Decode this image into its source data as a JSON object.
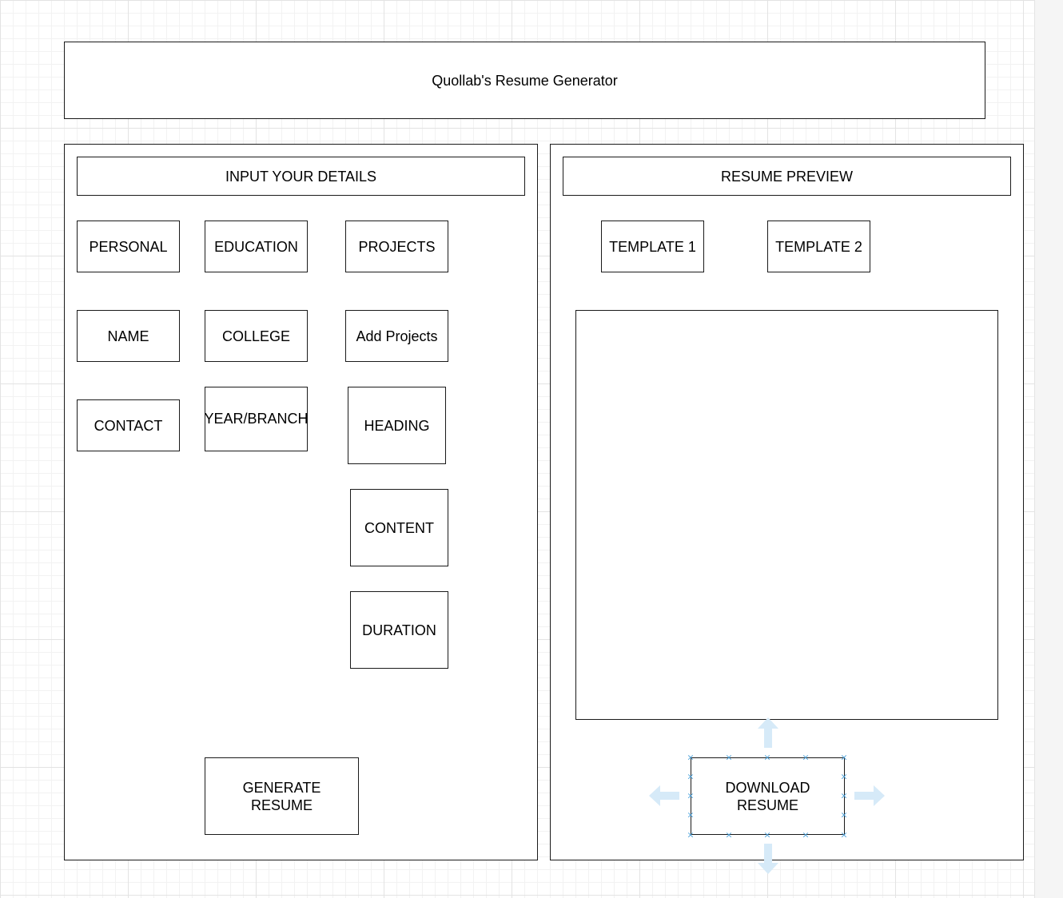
{
  "header": {
    "title": "Quollab's Resume Generator"
  },
  "input_panel": {
    "heading": "INPUT YOUR DETAILS",
    "tabs": {
      "personal": "PERSONAL",
      "education": "EDUCATION",
      "projects": "PROJECTS"
    },
    "personal_fields": {
      "name": "NAME",
      "contact": "CONTACT"
    },
    "education_fields": {
      "college": "COLLEGE",
      "year_branch": "YEAR/BRANCH"
    },
    "project_fields": {
      "add_projects": "Add Projects",
      "heading": "HEADING",
      "content": "CONTENT",
      "duration": "DURATION"
    },
    "generate_button": "GENERATE\nRESUME"
  },
  "preview_panel": {
    "heading": "RESUME PREVIEW",
    "templates": {
      "template_1": "TEMPLATE 1",
      "template_2": "TEMPLATE 2"
    },
    "download_button": "DOWNLOAD\nRESUME"
  },
  "colors": {
    "stroke": "#1a1a1a",
    "selection_handle": "#4a9fd8",
    "hover_arrow": "#d6eaf8"
  },
  "icons": {
    "selection_handles": "x-mark-icon",
    "connection_arrows": "arrow-icon"
  }
}
